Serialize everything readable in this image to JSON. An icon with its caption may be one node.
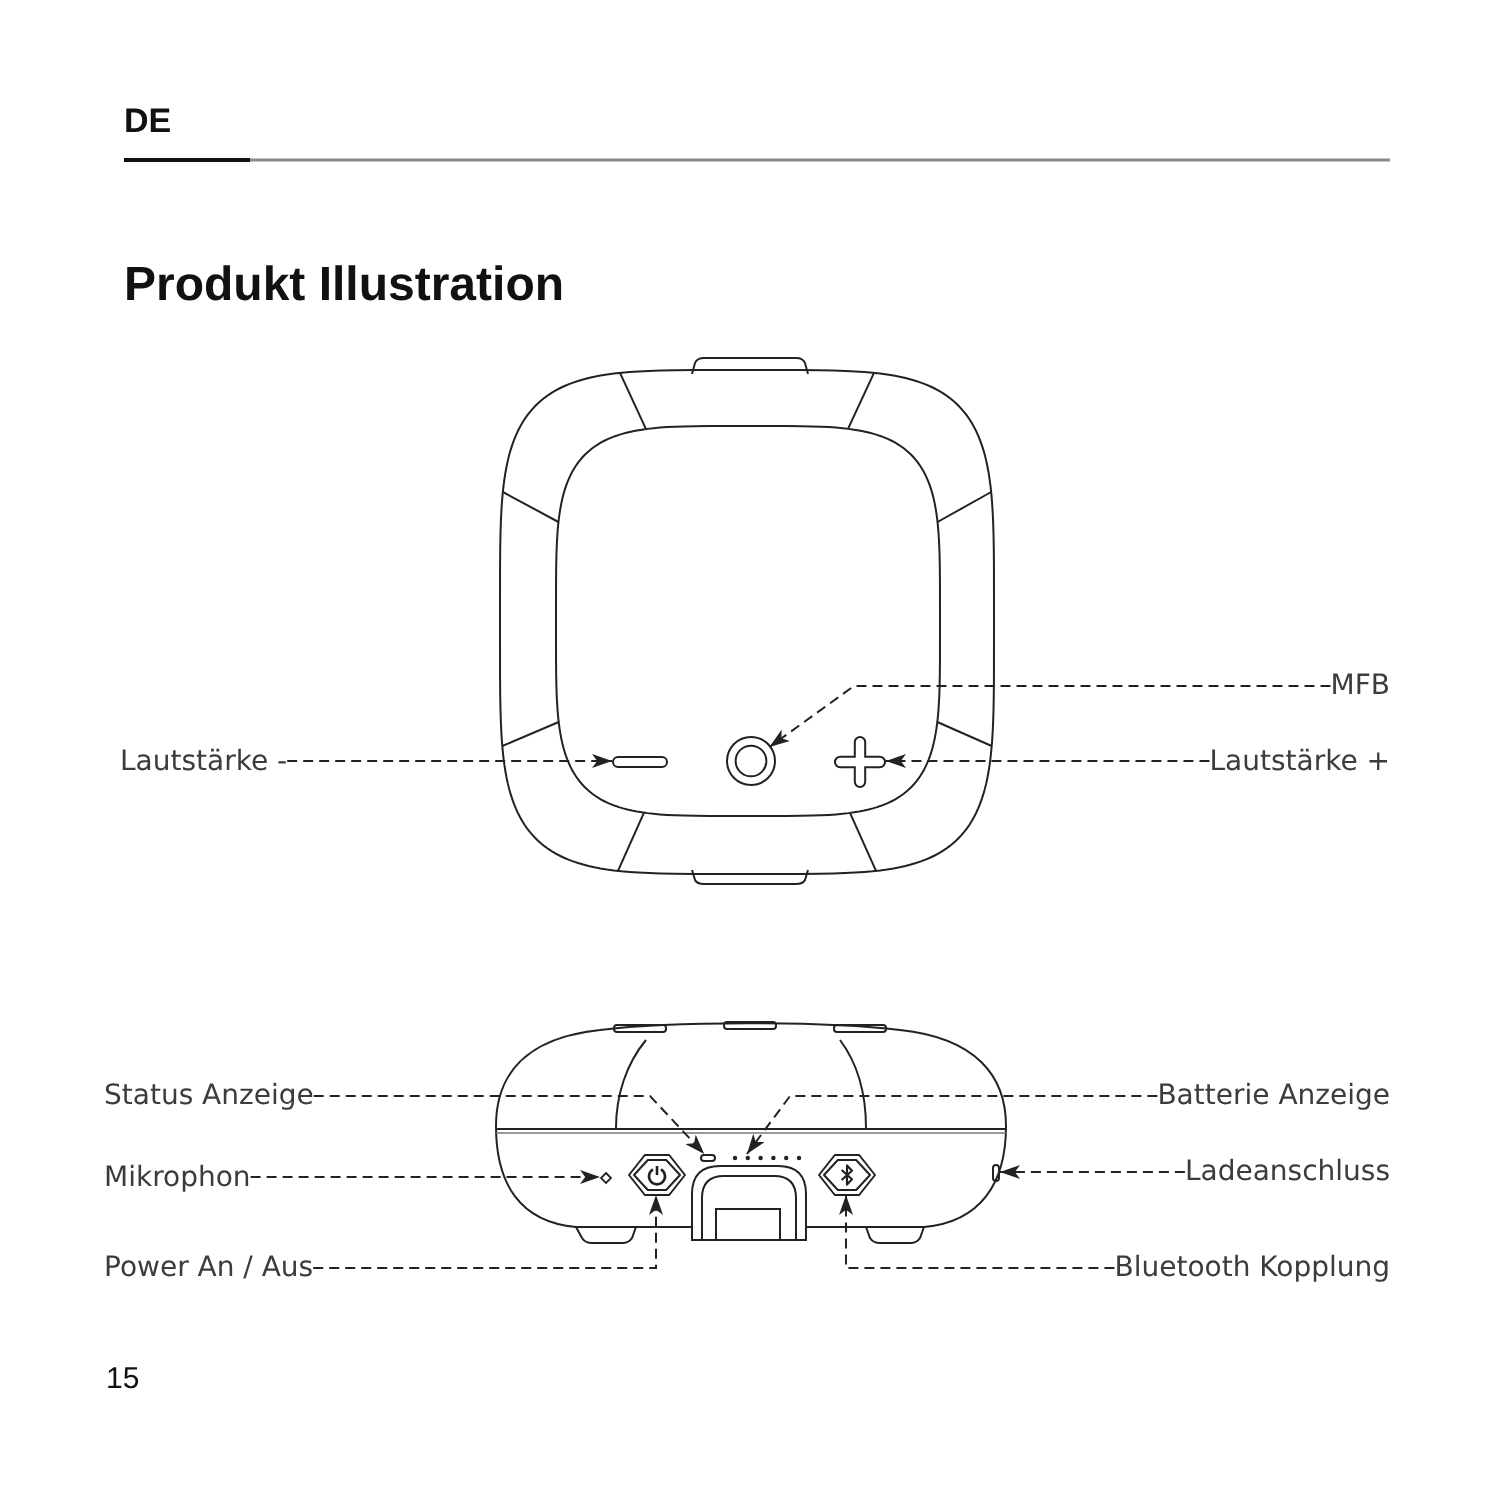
{
  "diagram": {
    "title": "Produkt Illustration",
    "nodes": [
      {
        "text": [
          "MFB"
        ]
      },
      {
        "text": [
          "Lautstärke -"
        ]
      },
      {
        "text": [],
        "shape": "bar"
      },
      {
        "text": [],
        "shape": "circle"
      },
      {
        "text": [],
        "shape": "cross"
      },
      {
        "text": [
          "Lautstärke +"
        ]
      },
      {
        "text": [
          "Status Anzeige"
        ]
      },
      {
        "text": [],
        "shape": "bar"
      },
      {
        "text": [],
        "shape": "dots"
      },
      {
        "text": [
          "Batterie Anzeige"
        ]
      },
      {
        "text": [
          "Mikrophon"
        ]
      },
      {
        "text": [],
        "shape": "diamond"
      },
      {
        "text": [],
        "shape": "hexagon"
      },
      {
        "text": [],
        "shape": "hexagon"
      },
      {
        "text": [],
        "shape": "bar"
      },
      {
        "text": [
          "Ladeanschluss"
        ]
      },
      {
        "text": [
          "Power An / Aus"
        ]
      },
      {
        "text": [
          "Bluetooth Kopplung"
        ]
      }
    ],
    "edges": [
      {
        "from": 0,
        "to": 3,
        "arrow": "to",
        "style": "dashed"
      },
      {
        "from": 1,
        "to": 2,
        "arrow": "to",
        "style": "dashed"
      },
      {
        "from": 5,
        "to": 4,
        "arrow": "to",
        "style": "dashed"
      },
      {
        "from": 6,
        "to": 7,
        "arrow": "to",
        "style": "dashed"
      },
      {
        "from": 9,
        "to": 8,
        "arrow": "to",
        "style": "dashed"
      },
      {
        "from": 10,
        "to": 11,
        "arrow": "to",
        "style": "dashed"
      },
      {
        "from": 15,
        "to": 14,
        "arrow": "to",
        "style": "dashed"
      },
      {
        "from": 16,
        "to": 12,
        "arrow": "to",
        "style": "dashed"
      },
      {
        "from": 17,
        "to": 13,
        "arrow": "to",
        "style": "dashed"
      }
    ],
    "labels": [
      "DE",
      "15"
    ]
  }
}
